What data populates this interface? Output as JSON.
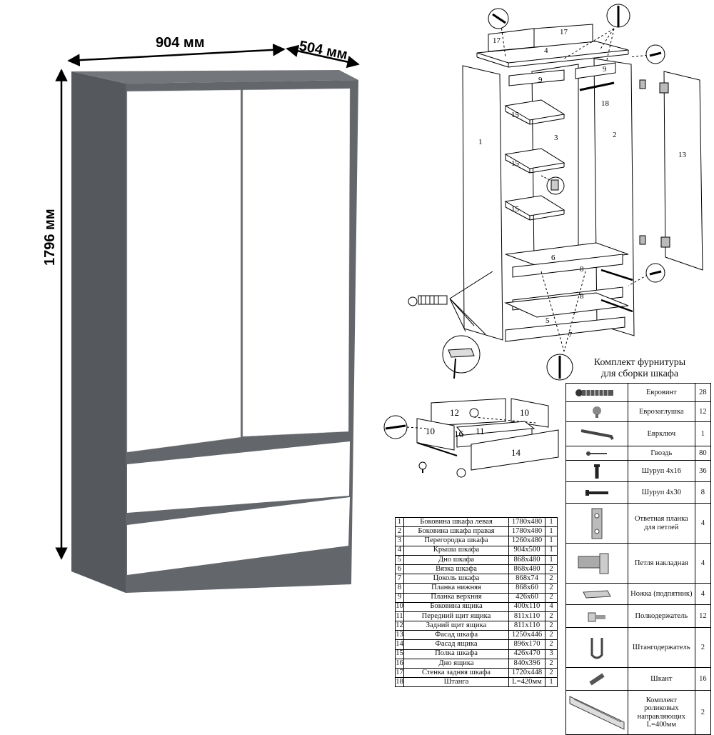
{
  "dimensions": {
    "width": "904 мм",
    "depth": "504 мм",
    "height": "1796 мм"
  },
  "exploded_labels": [
    "17",
    "17",
    "4",
    "9",
    "9",
    "18",
    "15",
    "3",
    "2",
    "1",
    "13",
    "15",
    "15",
    "6",
    "8",
    "8",
    "5",
    "7"
  ],
  "drawer_labels": [
    "12",
    "10",
    "10",
    "16",
    "11",
    "14"
  ],
  "parts": {
    "rows": [
      {
        "n": "1",
        "name": "Боковина шкафа левая",
        "size": "1780х480",
        "qty": "1"
      },
      {
        "n": "2",
        "name": "Боковина шкафа правая",
        "size": "1780х480",
        "qty": "1"
      },
      {
        "n": "3",
        "name": "Перегородка шкафа",
        "size": "1260х480",
        "qty": "1"
      },
      {
        "n": "4",
        "name": "Крыша шкафа",
        "size": "904х500",
        "qty": "1"
      },
      {
        "n": "5",
        "name": "Дно шкафа",
        "size": "868х480",
        "qty": "1"
      },
      {
        "n": "6",
        "name": "Вязка шкафа",
        "size": "868х480",
        "qty": "2"
      },
      {
        "n": "7",
        "name": "Цоколь шкафа",
        "size": "868х74",
        "qty": "2"
      },
      {
        "n": "8",
        "name": "Планка нижняя",
        "size": "868х60",
        "qty": "2"
      },
      {
        "n": "9",
        "name": "Планка верхняя",
        "size": "426х60",
        "qty": "2"
      },
      {
        "n": "10",
        "name": "Боковина ящика",
        "size": "400х110",
        "qty": "4"
      },
      {
        "n": "11",
        "name": "Передний щит ящика",
        "size": "811х110",
        "qty": "2"
      },
      {
        "n": "12",
        "name": "Задний щит ящика",
        "size": "811х110",
        "qty": "2"
      },
      {
        "n": "13",
        "name": "Фасад шкафа",
        "size": "1250х446",
        "qty": "2"
      },
      {
        "n": "14",
        "name": "Фасад ящика",
        "size": "896х170",
        "qty": "2"
      },
      {
        "n": "15",
        "name": "Полка шкафа",
        "size": "426х470",
        "qty": "3"
      },
      {
        "n": "16",
        "name": "Дно ящика",
        "size": "840х396",
        "qty": "2"
      },
      {
        "n": "17",
        "name": "Стенка задняя шкафа",
        "size": "1720х448",
        "qty": "2"
      },
      {
        "n": "18",
        "name": "Штанга",
        "size": "L=420мм",
        "qty": "1"
      }
    ]
  },
  "hardware": {
    "title_line1": "Комплект фурнитуры",
    "title_line2": "для сборки шкафа",
    "rows": [
      {
        "icon": "eurobolt-icon",
        "name": "Евровинт",
        "qty": "28"
      },
      {
        "icon": "eurocap-icon",
        "name": "Еврозаглушка",
        "qty": "12"
      },
      {
        "icon": "hex-key-icon",
        "name": "Еврключ",
        "qty": "1"
      },
      {
        "icon": "nail-icon",
        "name": "Гвоздь",
        "qty": "80"
      },
      {
        "icon": "screw-short-icon",
        "name": "Шуруп 4х16",
        "qty": "36"
      },
      {
        "icon": "screw-long-icon",
        "name": "Шуруп 4х30",
        "qty": "8"
      },
      {
        "icon": "hinge-plate-icon",
        "name": "Ответная планка для петлей",
        "qty": "4"
      },
      {
        "icon": "hinge-icon",
        "name": "Петля накладная",
        "qty": "4"
      },
      {
        "icon": "foot-icon",
        "name": "Ножка (подпятник)",
        "qty": "4"
      },
      {
        "icon": "shelf-pin-icon",
        "name": "Полкодержатель",
        "qty": "12"
      },
      {
        "icon": "rod-holder-icon",
        "name": "Штангодержатель",
        "qty": "2"
      },
      {
        "icon": "dowel-icon",
        "name": "Шкант",
        "qty": "16"
      },
      {
        "icon": "drawer-runner-icon",
        "name": "Комплект роликовых направляющих L=400мм",
        "qty": "2"
      }
    ]
  },
  "colors": {
    "body": "#5f6368",
    "body_dark": "#4b4f53",
    "facade": "#ffffff",
    "line": "#000000"
  }
}
